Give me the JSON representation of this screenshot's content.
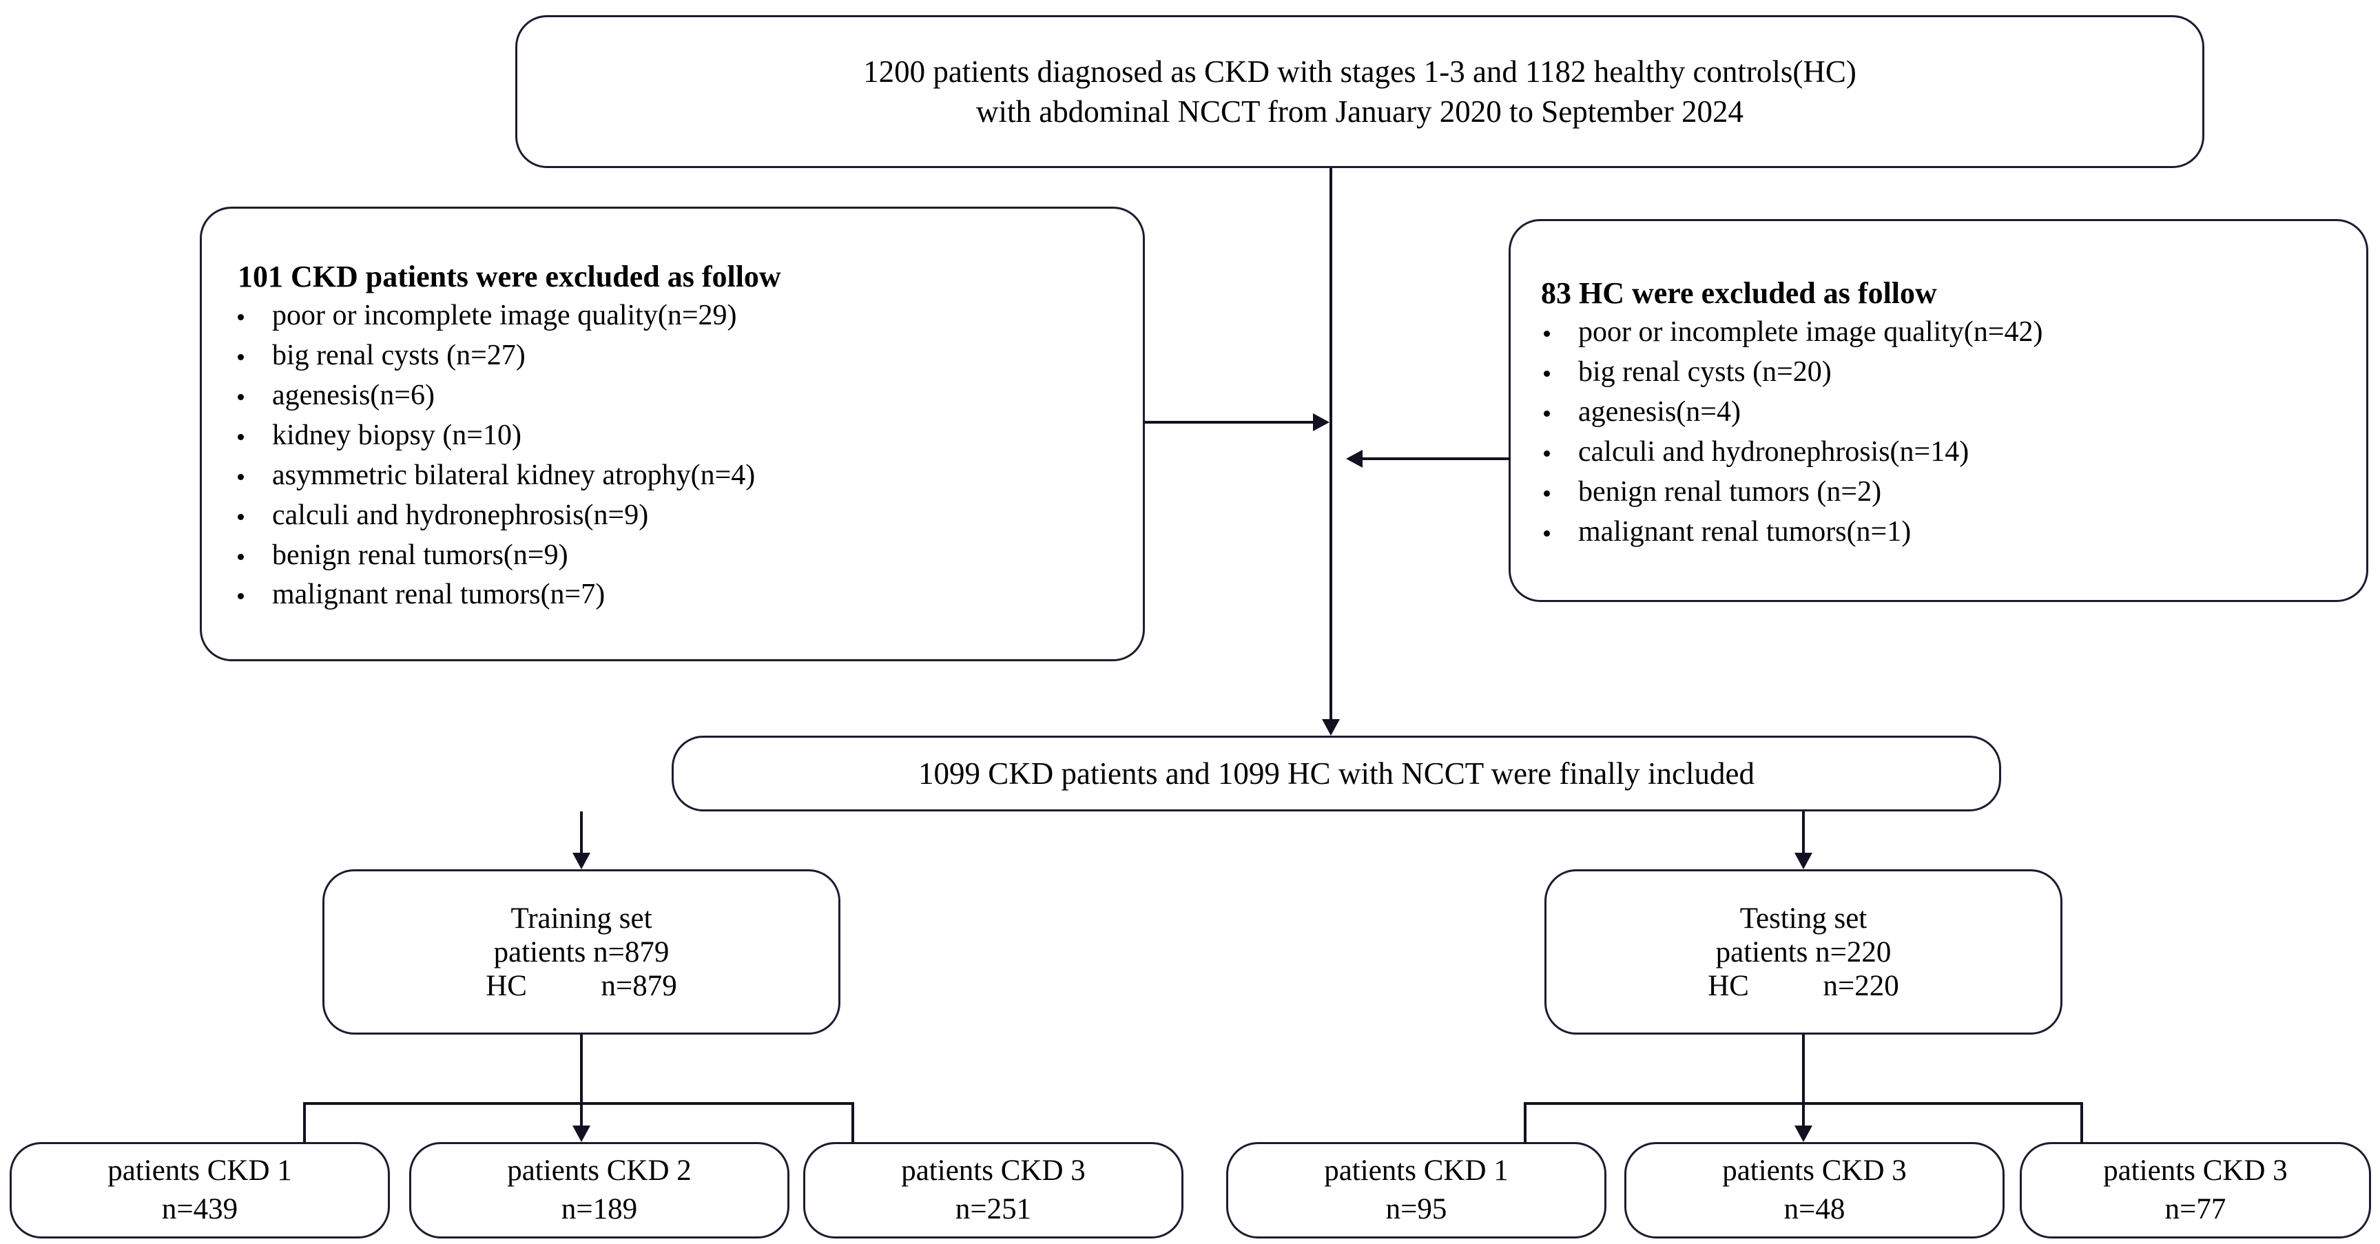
{
  "diagram": {
    "title": "CKD study patient selection flowchart",
    "line_color": "#111122",
    "box_border_color": "#1c1c30",
    "background": "#ffffff"
  },
  "top_box": {
    "line1": "1200 patients diagnosed as CKD with stages 1-3 and 1182 healthy controls(HC)",
    "line2": "with abdominal NCCT from January 2020 to September 2024"
  },
  "ckd_exclusion": {
    "heading": "101 CKD patients were excluded as follow",
    "items": [
      "poor or incomplete image quality(n=29)",
      "big renal cysts (n=27)",
      "agenesis(n=6)",
      "kidney biopsy (n=10)",
      "asymmetric bilateral kidney atrophy(n=4)",
      "calculi and hydronephrosis(n=9)",
      "benign renal tumors(n=9)",
      "malignant renal tumors(n=7)"
    ]
  },
  "hc_exclusion": {
    "heading": "83 HC were excluded as follow",
    "items": [
      "poor or incomplete image quality(n=42)",
      "big renal cysts (n=20)",
      "agenesis(n=4)",
      "calculi and hydronephrosis(n=14)",
      "benign renal tumors (n=2)",
      "malignant renal tumors(n=1)"
    ]
  },
  "included_box": {
    "text": "1099 CKD patients and 1099 HC with NCCT were finally included"
  },
  "training_set": {
    "title": "Training set",
    "patients_line": "patients n=879",
    "hc_line": "HC          n=879"
  },
  "testing_set": {
    "title": "Testing set",
    "patients_line": "patients n=220",
    "hc_line": "HC          n=220"
  },
  "training_leaves": [
    {
      "label": "patients CKD 1",
      "count": "n=439"
    },
    {
      "label": "patients CKD 2",
      "count": "n=189"
    },
    {
      "label": "patients CKD 3",
      "count": "n=251"
    }
  ],
  "testing_leaves": [
    {
      "label": "patients CKD 1",
      "count": "n=95"
    },
    {
      "label": "patients CKD 3",
      "count": "n=48"
    },
    {
      "label": "patients CKD 3",
      "count": "n=77"
    }
  ]
}
